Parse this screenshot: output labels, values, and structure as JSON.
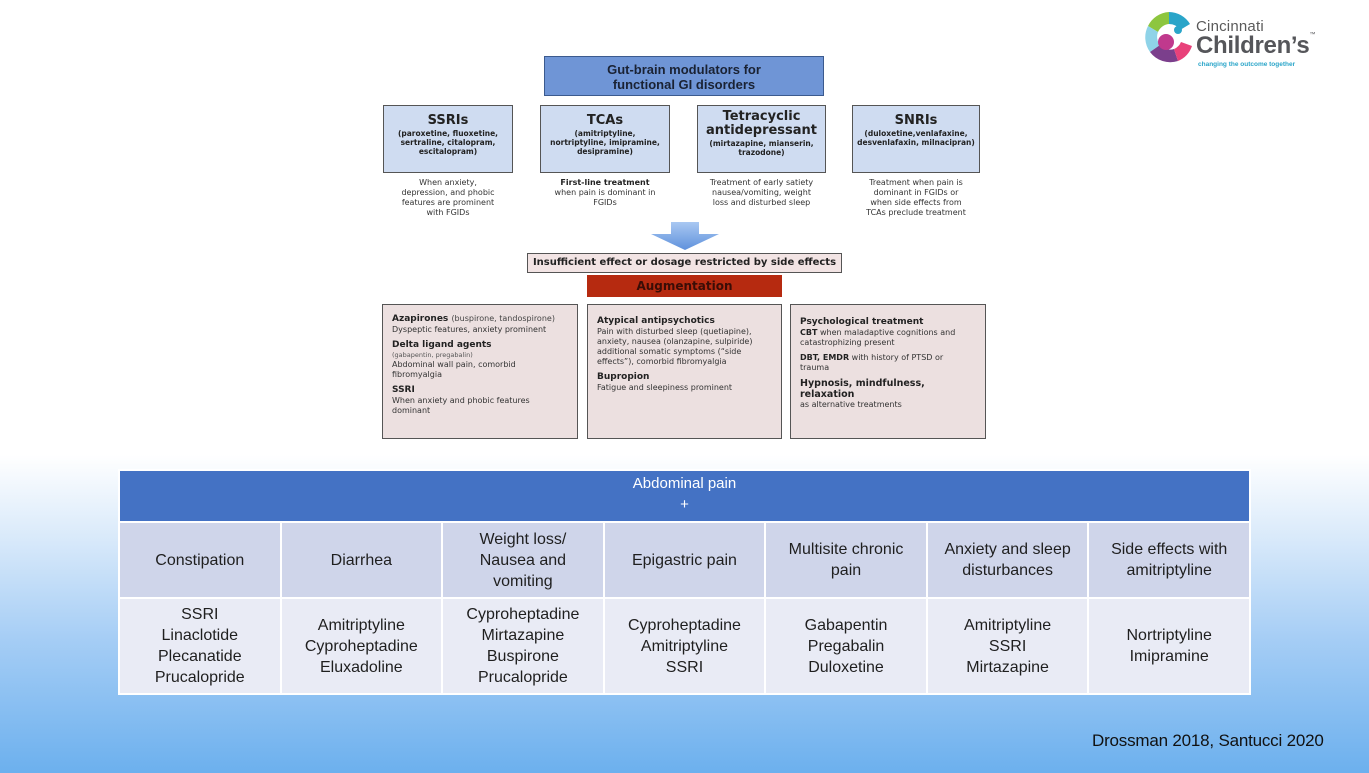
{
  "logo": {
    "line1": "Cincinnati",
    "line2": "Children’s",
    "trademark": "™",
    "tagline": "changing the outcome together",
    "colors": {
      "green": "#8dc63f",
      "teal": "#2aa5c9",
      "purple": "#7b3f8c",
      "magenta": "#c0398d",
      "pink": "#e8417a",
      "lightblue": "#8fd3e8"
    }
  },
  "diagram": {
    "title_line1": "Gut-brain modulators for",
    "title_line2": "functional GI disorders",
    "classes": [
      {
        "name": "SSRIs",
        "drugs": [
          "(paroxetine, fluoxetine,",
          "sertraline, citalopram,",
          "escitalopram)"
        ],
        "desc_bold": "",
        "desc": [
          "When anxiety,",
          "depression, and phobic",
          "features are  prominent",
          "with FGIDs"
        ]
      },
      {
        "name": "TCAs",
        "drugs": [
          "(amitriptyline,",
          "nortriptyline, imipramine,",
          "desipramine)"
        ],
        "desc_bold": "First-line treatment",
        "desc": [
          "when pain is dominant in",
          "FGIDs"
        ]
      },
      {
        "name": "Tetracyclic antidepressant",
        "name_line1": "Tetracyclic",
        "name_line2": "antidepressant",
        "drugs": [
          "(mirtazapine, mianserin,",
          "trazodone)"
        ],
        "desc_bold": "",
        "desc": [
          "Treatment of early satiety",
          "nausea/vomiting, weight",
          "loss and disturbed sleep"
        ]
      },
      {
        "name": "SNRIs",
        "drugs": [
          "(duloxetine,venlafaxine,",
          "desvenlafaxin, milnacipran)"
        ],
        "desc_bold": "",
        "desc": [
          "Treatment when pain is",
          "dominant in FGIDs or",
          "when side effects from",
          "TCAs preclude treatment"
        ]
      }
    ],
    "insufficient_label": "Insufficient effect or dosage restricted by side effects",
    "augmentation_label": "Augmentation",
    "augmentation_boxes": [
      {
        "azapirones_head": "Azapirones",
        "azapirones_drugs": "(buspirone, tandospirone)",
        "azapirones_text": "Dyspeptic features, anxiety prominent",
        "delta_head": "Delta ligand agents",
        "delta_drugs": "(gabapentin, pregabalin)",
        "delta_text1": "Abdominal wall pain, comorbid",
        "delta_text2": "fibromyalgia",
        "ssri_head": "SSRI",
        "ssri_text1": "When anxiety and phobic features",
        "ssri_text2": "dominant"
      },
      {
        "atypical_head": "Atypical antipsychotics",
        "atypical_text": [
          "Pain with disturbed sleep (quetiapine),",
          "anxiety, nausea (olanzapine, sulpiride)",
          "additional somatic symptoms (“side",
          "effects”), comorbid fibromyalgia"
        ],
        "bupropion_head": "Bupropion",
        "bupropion_text": "Fatigue and sleepiness prominent"
      },
      {
        "psych_head": "Psychological treatment",
        "cbt_bold": "CBT",
        "cbt_text1": " when maladaptive cognitions and",
        "cbt_text2": "catastrophizing present",
        "dbt_bold": "DBT, EMDR",
        "dbt_text1": " with history of PTSD or",
        "dbt_text2": "trauma",
        "hyp_head": "Hypnosis, mindfulness, relaxation",
        "hyp_text": "as alternative treatments"
      }
    ],
    "colors": {
      "title_fill": "#6f95d6",
      "class_fill": "#cfdcf1",
      "insufficient_fill": "#f2e4e4",
      "augmentation_fill": "#b62a10",
      "aug_box_fill": "#ece0e0",
      "arrow": "#7aa7e6"
    }
  },
  "table": {
    "header_line1": "Abdominal pain",
    "header_line2": "+",
    "columns": [
      {
        "category": [
          "Constipation"
        ],
        "drugs": [
          "SSRI",
          "Linaclotide",
          "Plecanatide",
          "Prucalopride"
        ]
      },
      {
        "category": [
          "Diarrhea"
        ],
        "drugs": [
          "Amitriptyline",
          "Cyproheptadine",
          "Eluxadoline"
        ]
      },
      {
        "category": [
          "Weight loss/",
          "Nausea and",
          "vomiting"
        ],
        "drugs": [
          "Cyproheptadine",
          "Mirtazapine",
          "Buspirone",
          "Prucalopride"
        ]
      },
      {
        "category": [
          "Epigastric pain"
        ],
        "drugs": [
          "Cyproheptadine",
          "Amitriptyline",
          "SSRI"
        ]
      },
      {
        "category": [
          "Multisite chronic",
          "pain"
        ],
        "drugs": [
          "Gabapentin",
          "Pregabalin",
          "Duloxetine"
        ]
      },
      {
        "category": [
          "Anxiety and sleep",
          "disturbances"
        ],
        "drugs": [
          "Amitriptyline",
          "SSRI",
          "Mirtazapine"
        ]
      },
      {
        "category": [
          "Side effects with",
          "amitriptyline"
        ],
        "drugs": [
          "Nortriptyline",
          "Imipramine"
        ]
      }
    ],
    "colors": {
      "header": "#4472c4",
      "category_row": "#cfd5ea",
      "drug_row": "#e9ebf5"
    }
  },
  "citation": "Drossman 2018, Santucci 2020"
}
